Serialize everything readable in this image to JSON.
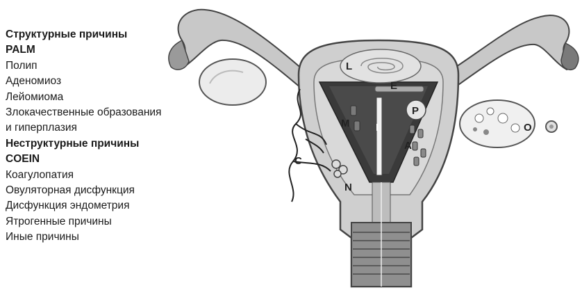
{
  "legend": [
    {
      "text": "Структурные причины",
      "bold": true
    },
    {
      "text": "PALM",
      "bold": true
    },
    {
      "text": "Полип",
      "bold": false
    },
    {
      "text": "Аденомиоз",
      "bold": false
    },
    {
      "text": "Лейомиома",
      "bold": false
    },
    {
      "text": "Злокачественные образования",
      "bold": false
    },
    {
      "text": "и гиперплазия",
      "bold": false
    },
    {
      "text": "Неструктурные причины",
      "bold": true
    },
    {
      "text": "COEIN",
      "bold": true
    },
    {
      "text": "Коагулопатия",
      "bold": false
    },
    {
      "text": "Овуляторная дисфункция",
      "bold": false
    },
    {
      "text": "Дисфункция эндометрия",
      "bold": false
    },
    {
      "text": "Ятрогенные причины",
      "bold": false
    },
    {
      "text": "Иные причины",
      "bold": false
    }
  ],
  "diagram_labels": {
    "L": "L",
    "E": "E",
    "P": "P",
    "M": "M",
    "I": "I",
    "A": "A",
    "C": "C",
    "N": "N",
    "O": "O"
  }
}
